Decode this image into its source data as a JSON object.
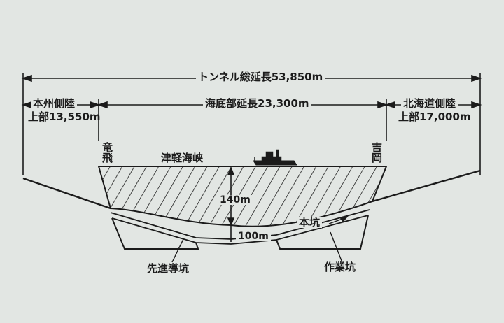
{
  "labels": {
    "total_length": "トンネル総延長53,850m",
    "honshu_side_line1": "本州側陸",
    "honshu_side_line2": "上部13,550m",
    "undersea_length": "海底部延長23,300m",
    "hokkaido_side_line1": "北海道側陸",
    "hokkaido_side_line2": "上部17,000m",
    "tappi": "竜飛",
    "yoshioka": "吉岡",
    "strait": "津軽海峡",
    "depth_sea": "140m",
    "depth_below": "100m",
    "main_tunnel": "本坑",
    "pilot_tunnel": "先進導坑",
    "work_tunnel": "作業坑"
  },
  "icons": {
    "ship": "ship-icon"
  },
  "colors": {
    "background": "#e2e6e3",
    "ink": "#1b1b1b"
  }
}
